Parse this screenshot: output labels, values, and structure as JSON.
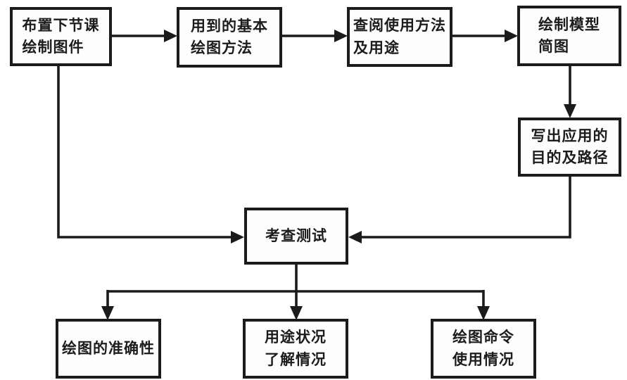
{
  "diagram": {
    "type": "flowchart",
    "background_color": "#ffffff",
    "line_color": "#1b1b1b",
    "nodes": {
      "assign_task": {
        "label": "布置下节课\n绘制图件"
      },
      "basic_methods": {
        "label": "用到的基本\n绘图方法"
      },
      "lookup_usage": {
        "label": "查阅使用方法\n及用途"
      },
      "draw_model": {
        "label": "绘制模型\n简图"
      },
      "write_purpose": {
        "label": "写出应用的\n目的及路径"
      },
      "exam_test": {
        "label": "考查测试"
      },
      "accuracy": {
        "label": "绘图的准确性"
      },
      "usage_status": {
        "label": "用途状况\n了解情况"
      },
      "command_usage": {
        "label": "绘图命令\n使用情况"
      }
    },
    "edges": [
      "assign_task -> basic_methods",
      "basic_methods -> lookup_usage",
      "lookup_usage -> draw_model",
      "draw_model -> write_purpose",
      "write_purpose -> exam_test",
      "assign_task -> exam_test",
      "exam_test -> accuracy",
      "exam_test -> usage_status",
      "exam_test -> command_usage"
    ]
  }
}
